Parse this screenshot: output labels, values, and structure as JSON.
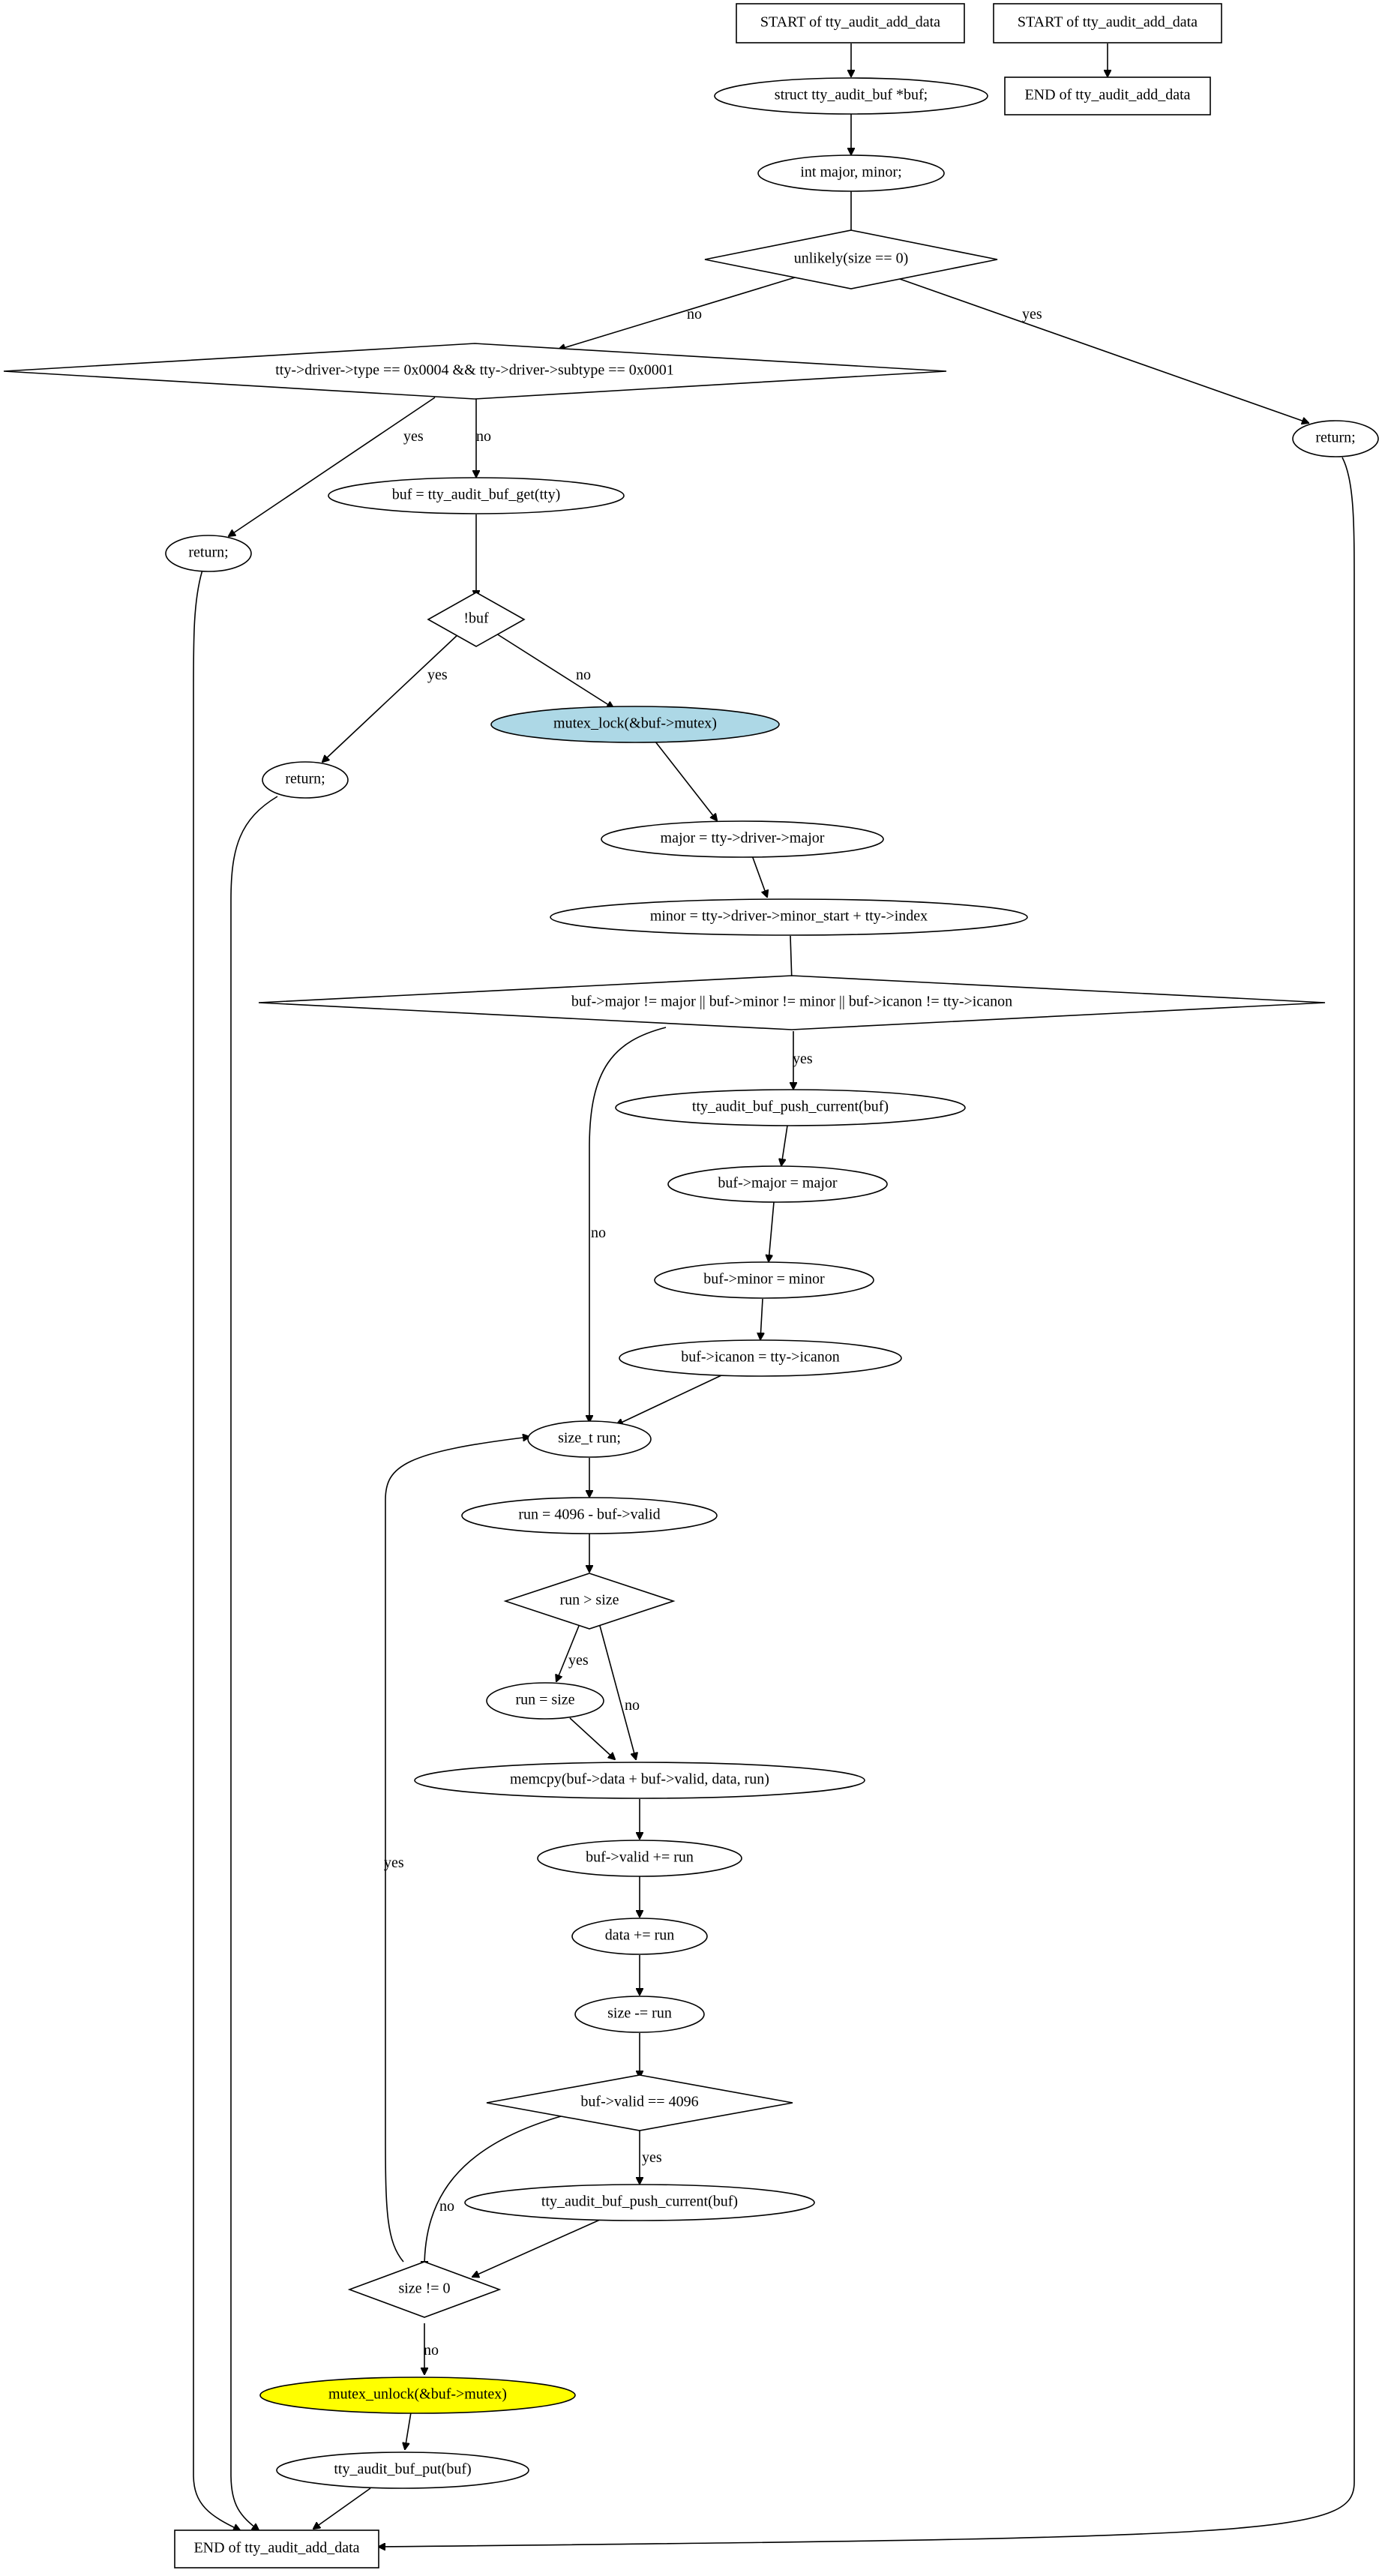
{
  "diagram": {
    "nodes": {
      "start_main": "START of tty_audit_add_data",
      "start_alt": "START of tty_audit_add_data",
      "end_alt": "END of tty_audit_add_data",
      "decl_buf": "struct tty_audit_buf *buf;",
      "decl_major_minor": "int major, minor;",
      "cond_size_zero": "unlikely(size == 0)",
      "cond_driver_type": "tty->driver->type == 0x0004 && tty->driver->subtype == 0x0001",
      "return_right": "return;",
      "return_left": "return;",
      "buf_get": "buf = tty_audit_buf_get(tty)",
      "cond_not_buf": "!buf",
      "return_mid": "return;",
      "mutex_lock": "mutex_lock(&buf->mutex)",
      "assign_major": "major = tty->driver->major",
      "assign_minor": "minor = tty->driver->minor_start + tty->index",
      "cond_buf_changed": "buf->major != major || buf->minor != minor || buf->icanon != tty->icanon",
      "push_current_1": "tty_audit_buf_push_current(buf)",
      "set_buf_major": "buf->major = major",
      "set_buf_minor": "buf->minor = minor",
      "set_buf_icanon": "buf->icanon = tty->icanon",
      "decl_run": "size_t run;",
      "calc_run": "run = 4096 - buf->valid",
      "cond_run_gt_size": "run > size",
      "run_eq_size": "run = size",
      "memcpy": "memcpy(buf->data + buf->valid, data, run)",
      "valid_inc": "buf->valid += run",
      "data_inc": "data += run",
      "size_dec": "size -= run",
      "cond_valid_full": "buf->valid == 4096",
      "push_current_2": "tty_audit_buf_push_current(buf)",
      "cond_size_nonzero": "size != 0",
      "mutex_unlock": "mutex_unlock(&buf->mutex)",
      "buf_put": "tty_audit_buf_put(buf)",
      "end_main": "END of tty_audit_add_data"
    },
    "edge_labels": {
      "size_zero_no": "no",
      "size_zero_yes": "yes",
      "driver_yes": "yes",
      "driver_no": "no",
      "not_buf_yes": "yes",
      "not_buf_no": "no",
      "changed_yes": "yes",
      "changed_no": "no",
      "run_gt_yes": "yes",
      "run_gt_no": "no",
      "valid_full_yes": "yes",
      "valid_full_no": "no",
      "size_nonzero_yes": "yes",
      "size_nonzero_no": "no"
    },
    "colors": {
      "mutex_lock_fill": "#add8e6",
      "mutex_unlock_fill": "#ffff00",
      "stroke": "#000000",
      "background": "#ffffff"
    }
  }
}
